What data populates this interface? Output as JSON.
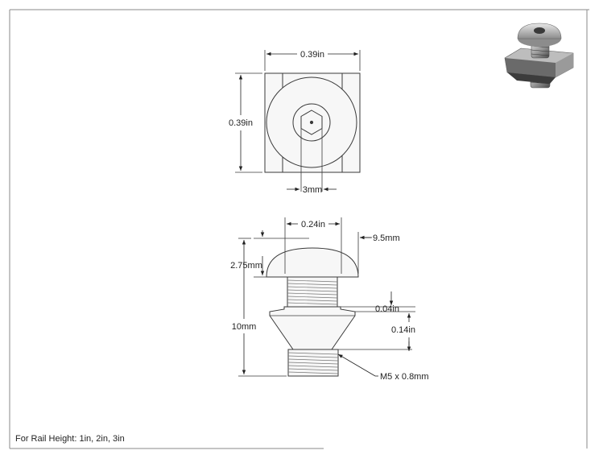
{
  "top_view": {
    "width_label": "0.39in",
    "height_label": "0.39in",
    "hex_label": "3mm"
  },
  "side_view": {
    "head_diameter_label": "0.24in",
    "head_outer_label": "9.5mm",
    "head_height_label": "2.75mm",
    "overall_length_label": "10mm",
    "neck_gap_label": "0.04in",
    "nut_height_label": "0.14in",
    "thread_label": "M5 x 0.8mm"
  },
  "footer": {
    "rail_height_note": "For Rail Height: 1in, 2in, 3in"
  },
  "colors": {
    "line": "#3a3a3a",
    "part_fill": "#f7f7f7",
    "frame": "#8a8a8a"
  },
  "icons": [
    "isometric-preview-icon"
  ]
}
